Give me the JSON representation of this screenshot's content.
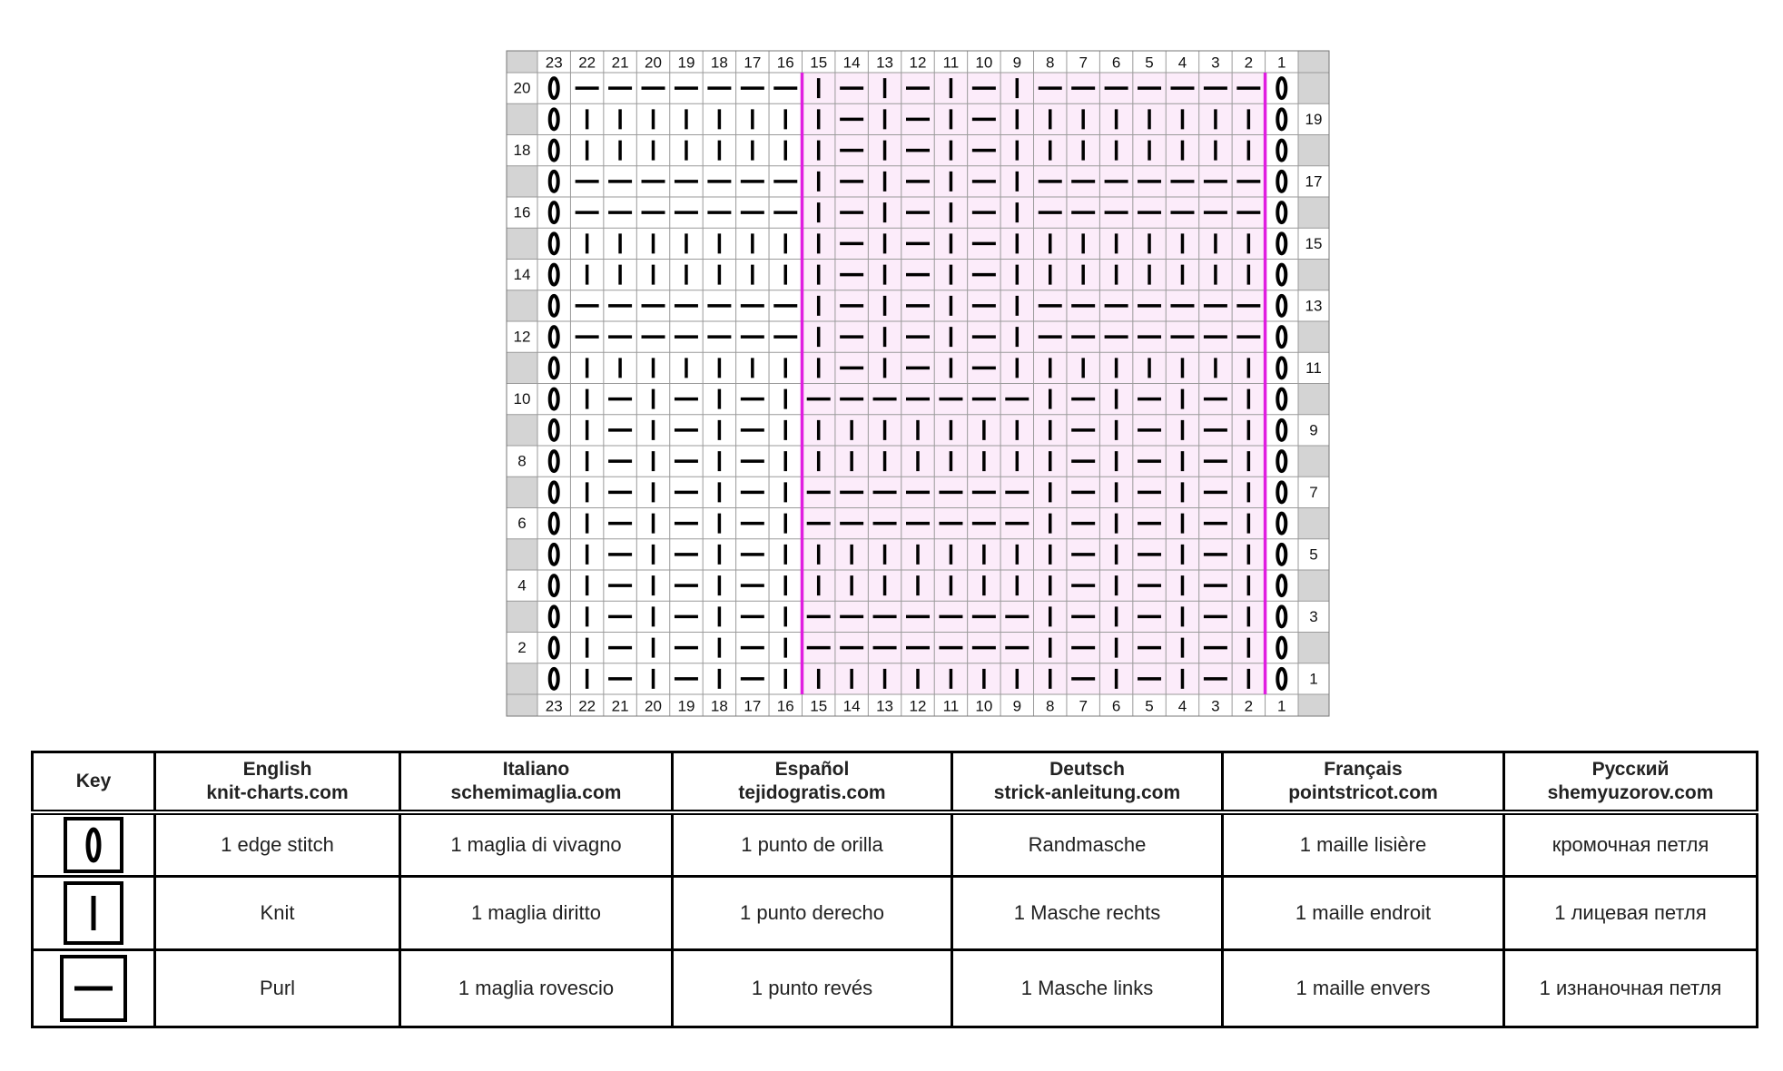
{
  "chart": {
    "columns": [
      "23",
      "22",
      "21",
      "20",
      "19",
      "18",
      "17",
      "16",
      "15",
      "14",
      "13",
      "12",
      "11",
      "10",
      "9",
      "8",
      "7",
      "6",
      "5",
      "4",
      "3",
      "2",
      "1"
    ],
    "rows_left_labels": [
      "20",
      "18",
      "16",
      "14",
      "12",
      "10",
      "8",
      "6",
      "4",
      "2"
    ],
    "rows_right_labels": [
      "19",
      "17",
      "15",
      "13",
      "11",
      "9",
      "7",
      "5",
      "3",
      "1"
    ],
    "grid_rows": [
      "OPPPPPPPKPKPKPKPPPPPPPO",
      "OKKKKKKKKPKPKPKKKKKKKKO",
      "OKKKKKKKKPKPKPKKKKKKKKO",
      "OPPPPPPPKPKPKPKPPPPPPPO",
      "OPPPPPPPKPKPKPKPPPPPPPO",
      "OKKKKKKKKPKPKPKKKKKKKKO",
      "OKKKKKKKKPKPKPKKKKKKKKO",
      "OPPPPPPPKPKPKPKPPPPPPPO",
      "OPPPPPPPKPKPKPKPPPPPPPO",
      "OKKKKKKKKPKPKPKKKKKKKKO",
      "OKPKPKPKPPPPPPPKPKPKPKO",
      "OKPKPKPKKKKKKKKKPKPKPKO",
      "OKPKPKPKKKKKKKKKPKPKPKO",
      "OKPKPKPKPPPPPPPKPKPKPKO",
      "OKPKPKPKPPPPPPPKPKPKPKO",
      "OKPKPKPKKKKKKKKKPKPKPKO",
      "OKPKPKPKKKKKKKKKPKPKPKO",
      "OKPKPKPKPPPPPPPKPKPKPKO",
      "OKPKPKPKPPPPPPPKPKPKPKO",
      "OKPKPKPKKKKKKKKKPKPKPKO"
    ],
    "repeat_columns": "15-2",
    "colors": {
      "repeat_fill": "#fcecfa",
      "repeat_border": "#e01ee0",
      "header_fill": "#d4d4d4",
      "grid_line": "#9a9a9a"
    }
  },
  "legend": {
    "key_header": "Key",
    "languages": [
      {
        "name": "English",
        "site": "knit-charts.com"
      },
      {
        "name": "Italiano",
        "site": "schemimaglia.com"
      },
      {
        "name": "Español",
        "site": "tejidogratis.com"
      },
      {
        "name": "Deutsch",
        "site": "strick-anleitung.com"
      },
      {
        "name": "Français",
        "site": "pointstricot.com"
      },
      {
        "name": "Русский",
        "site": "shemyuzorov.com"
      }
    ],
    "rows": [
      {
        "symbol": "edge-stitch-icon",
        "labels": [
          "1 edge stitch",
          "1 maglia di vivagno",
          "1 punto de orilla",
          "Randmasche",
          "1 maille lisière",
          "кромочная петля"
        ]
      },
      {
        "symbol": "knit-icon",
        "labels": [
          "Knit",
          "1 maglia diritto",
          "1 punto derecho",
          "1 Masche rechts",
          "1 maille endroit",
          "1 лицевая петля"
        ]
      },
      {
        "symbol": "purl-icon",
        "labels": [
          "Purl",
          "1 maglia rovescio",
          "1 punto revés",
          "1 Masche links",
          "1 maille envers",
          "1 изнаночная петля"
        ]
      }
    ]
  }
}
